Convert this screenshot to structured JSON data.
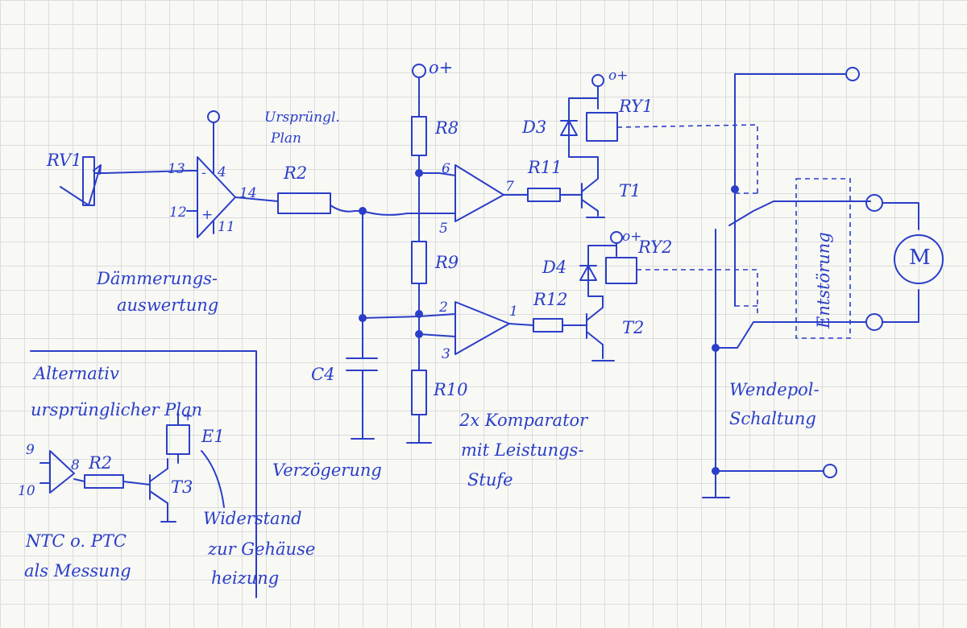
{
  "labels": {
    "rv1": "RV1",
    "op1_pin13": "13",
    "op1_pin12": "12",
    "op1_pin4": "4",
    "op1_pin14": "14",
    "op1_pin11": "11",
    "op1_minus": "-",
    "op1_plus": "+",
    "r2": "R2",
    "ursprungl": "Ursprüngl.",
    "plan": "Plan",
    "vplus_top": "o+",
    "r8": "R8",
    "r9": "R9",
    "r10": "R10",
    "c4": "C4",
    "pin6": "6",
    "pin5": "5",
    "pin7": "7",
    "pin2": "2",
    "pin3": "3",
    "pin1": "1",
    "r11": "R11",
    "r12": "R12",
    "t1": "T1",
    "t2": "T2",
    "d3": "D3",
    "d4": "D4",
    "ry1": "RY1",
    "ry2": "RY2",
    "vplus_ry1": "o+",
    "vplus_ry2": "o+",
    "motor": "M",
    "entstorung": "Entstörung",
    "daemmerung_1": "Dämmerungs-",
    "daemmerung_2": "auswertung",
    "verzoegerung": "Verzögerung",
    "komparator_1": "2x Komparator",
    "komparator_2": "mit Leistungs-",
    "komparator_3": "Stufe",
    "wendepol_1": "Wendepol-",
    "wendepol_2": "Schaltung",
    "alt_1": "Alternativ",
    "alt_2": "ursprünglicher Plan",
    "alt_pin9": "9",
    "alt_pin10": "10",
    "alt_pin8": "8",
    "alt_r2": "R2",
    "alt_t3": "T3",
    "alt_e1": "E1",
    "alt_plus": "+",
    "ntc_1": "NTC o. PTC",
    "ntc_2": "als Messung",
    "wider_1": "Widerstand",
    "wider_2": "zur Gehäuse",
    "wider_3": "heizung"
  },
  "colors": {
    "ink": "#2a3ec8",
    "paper": "#f8f8f5",
    "grid": "#dcdcdc"
  }
}
